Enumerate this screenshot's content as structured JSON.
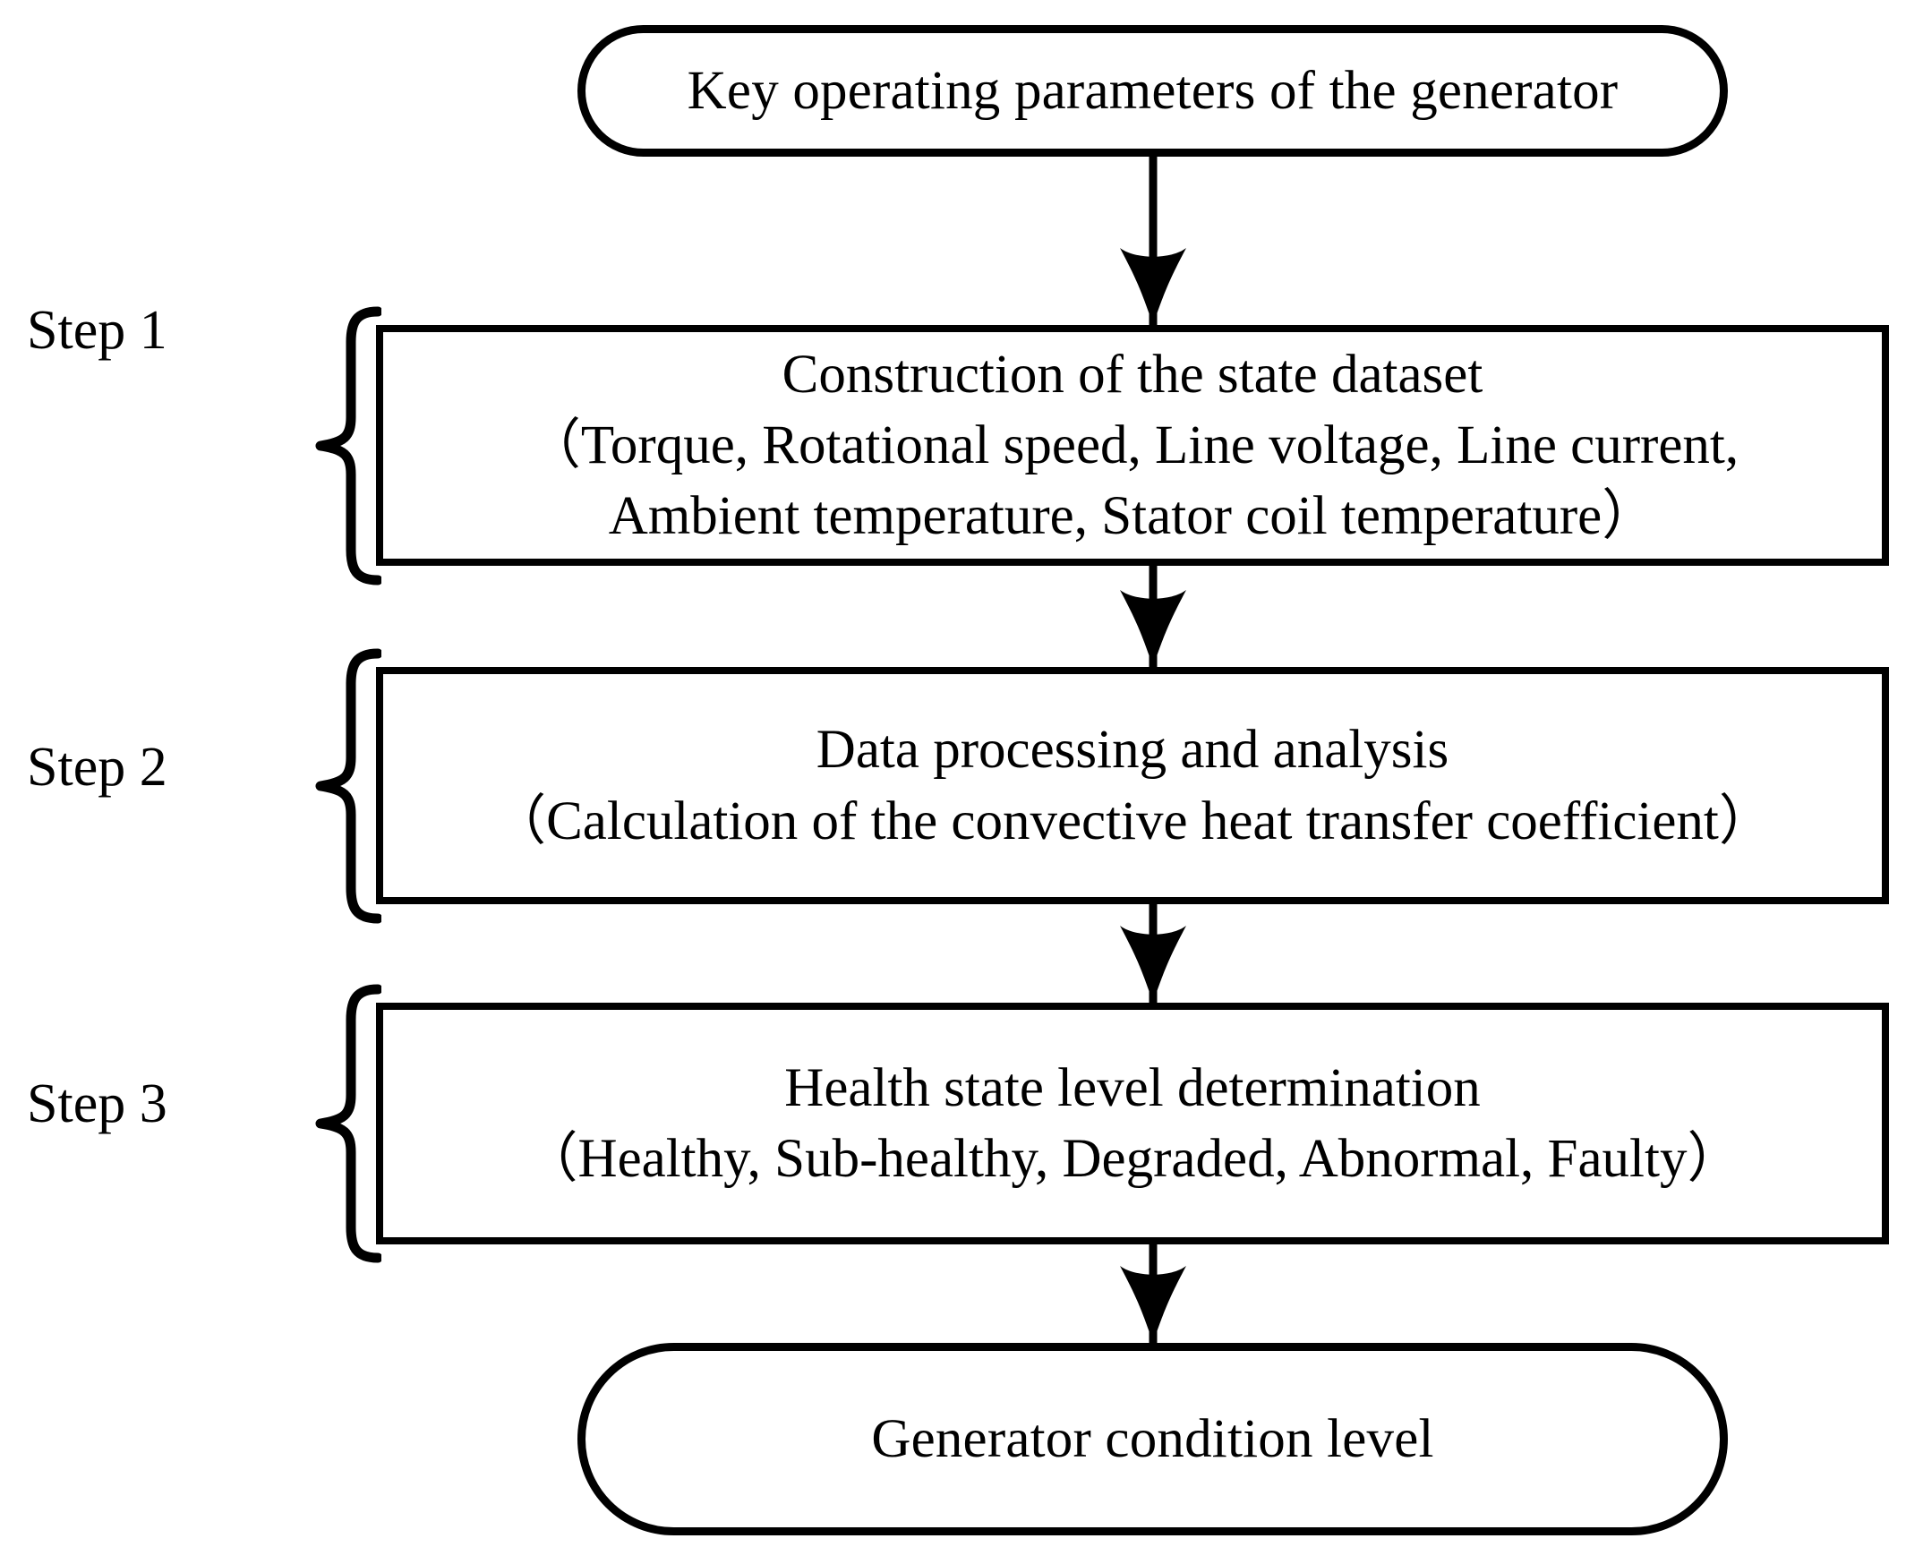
{
  "diagram": {
    "title_node": {
      "label": "Key operating parameters of the generator"
    },
    "end_node": {
      "label": "Generator condition level"
    },
    "steps": [
      {
        "step_label": "Step 1",
        "lines": [
          "Construction of the state dataset",
          "（Torque, Rotational speed, Line voltage, Line current,",
          "Ambient temperature, Stator coil temperature）"
        ]
      },
      {
        "step_label": "Step 2",
        "lines": [
          "Data processing and analysis",
          "（Calculation of the convective heat transfer coefficient）"
        ]
      },
      {
        "step_label": "Step 3",
        "lines": [
          "Health state level determination",
          "（Healthy, Sub-healthy, Degraded, Abnormal, Faulty）"
        ]
      }
    ],
    "colors": {
      "stroke": "#000000",
      "fill": "#ffffff",
      "text": "#000000"
    }
  }
}
